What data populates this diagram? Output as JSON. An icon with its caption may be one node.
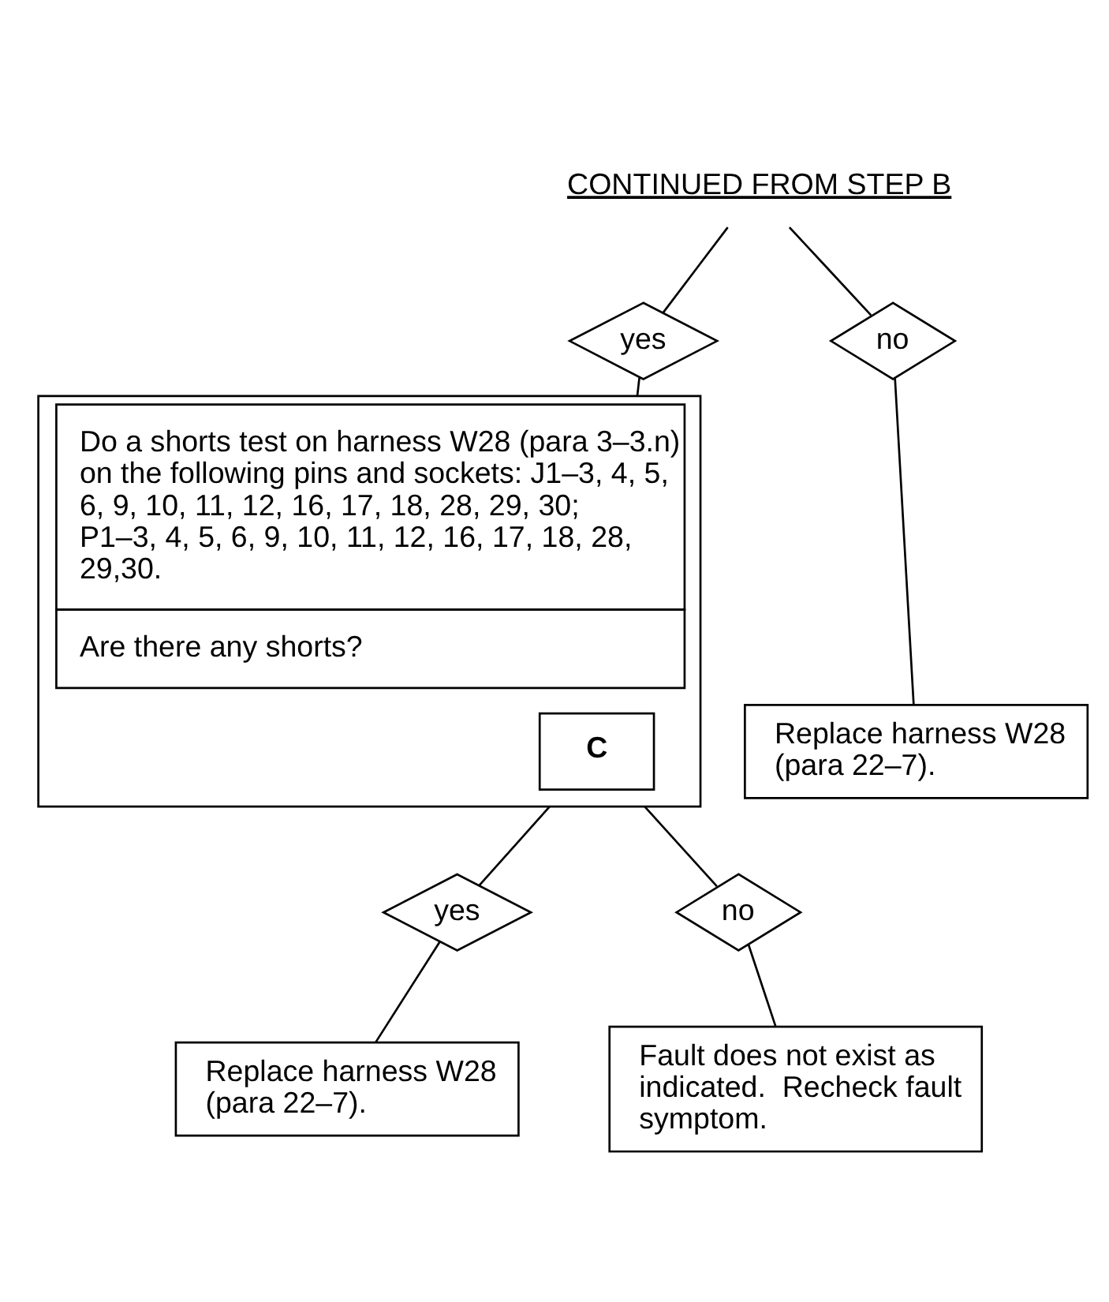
{
  "diagram": {
    "nodes": [
      {
        "text": [
          "CONTINUED FROM STEP B"
        ]
      },
      {
        "text": [
          "yes"
        ]
      },
      {
        "text": [
          "no"
        ]
      },
      {
        "text": [
          "Replace harness W28 (para 22–7)."
        ]
      },
      {
        "text": [
          "Do a shorts test on harness W28 (para 3–3.n) on the following pins and sockets: J1–3, 4, 5, 6, 9, 10, 11, 12, 16, 17, 18, 28, 29, 30; P1–3, 4, 5, 6, 9, 10, 11, 12, 16, 17, 18, 28, 29,30.",
          "Are there any shorts?"
        ]
      },
      {
        "text": [
          "C"
        ],
        "in": 4
      },
      {
        "text": [
          "yes"
        ]
      },
      {
        "text": [
          "no"
        ]
      },
      {
        "text": [
          "Replace harness W28 (para 22–7)."
        ]
      },
      {
        "text": [
          "Fault does not exist as indicated.  Recheck fault symptom."
        ]
      }
    ],
    "edges": [
      {
        "from": 0,
        "to": 1,
        "arrow": "none"
      },
      {
        "from": 0,
        "to": 2,
        "arrow": "none"
      },
      {
        "from": 1,
        "to": 4,
        "arrow": "none"
      },
      {
        "from": 2,
        "to": 3,
        "arrow": "none"
      },
      {
        "from": 4,
        "to": 6,
        "arrow": "none"
      },
      {
        "from": 4,
        "to": 7,
        "arrow": "none"
      },
      {
        "from": 6,
        "to": 8,
        "arrow": "none"
      },
      {
        "from": 7,
        "to": 9,
        "arrow": "none"
      }
    ]
  }
}
